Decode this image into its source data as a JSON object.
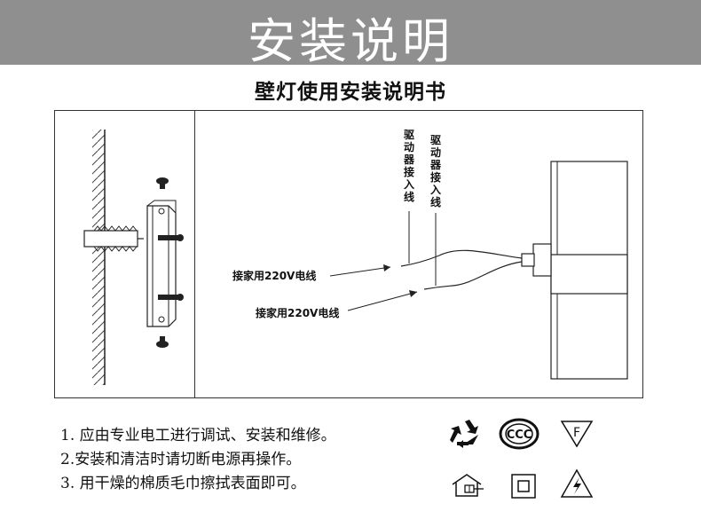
{
  "banner": {
    "title": "安装说明"
  },
  "subtitle": "壁灯使用安装说明书",
  "diagram": {
    "driver_label_1": "驱动器接入线",
    "driver_label_2": "驱动器接入线",
    "mains_label_1": "接家用220V电线",
    "mains_label_2": "接家用220V电线"
  },
  "notes": [
    "1. 应由专业电工进行调试、安装和维修。",
    "2.安装和清洁时请切断电源再操作。",
    "3. 用干燥的棉质毛巾擦拭表面即可。"
  ],
  "symbols": {
    "recycle": "recycle-icon",
    "ccc": "CCC",
    "f_mark": "F",
    "class2": "double-square-icon",
    "indoor": "indoor-use-icon",
    "high_voltage": "high-voltage-icon"
  }
}
